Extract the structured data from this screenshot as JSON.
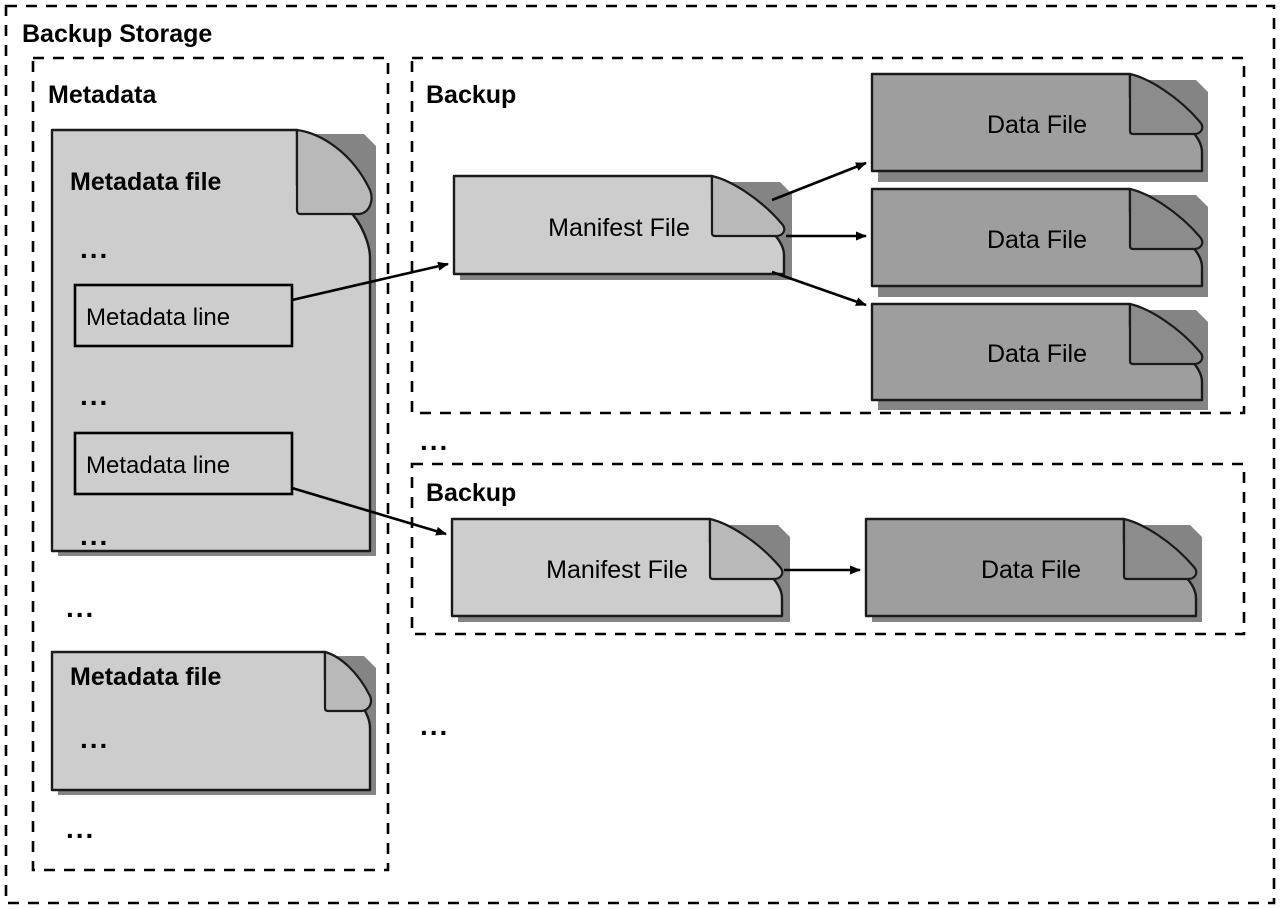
{
  "diagram": {
    "title": "Backup Storage",
    "ellipsis": "...",
    "colors": {
      "light_file": "#cdcdcd",
      "dark_file": "#9e9e9e",
      "stroke": "#000000",
      "background": "#ffffff"
    }
  },
  "metadata_section": {
    "title": "Metadata",
    "files": [
      {
        "label": "Metadata file",
        "ellipsis_top": "...",
        "lines": [
          {
            "label": "Metadata line"
          },
          {
            "label": "Metadata line"
          }
        ],
        "ellipsis_middle": "...",
        "ellipsis_bottom": "..."
      },
      {
        "label": "Metadata file",
        "ellipsis_top": "..."
      }
    ],
    "ellipsis_between_files": "...",
    "ellipsis_after_files": "..."
  },
  "backups": [
    {
      "title": "Backup",
      "manifest": {
        "label": "Manifest File"
      },
      "data_files": [
        {
          "label": "Data File"
        },
        {
          "label": "Data File"
        },
        {
          "label": "Data File"
        }
      ]
    },
    {
      "title": "Backup",
      "manifest": {
        "label": "Manifest File"
      },
      "data_files": [
        {
          "label": "Data File"
        }
      ]
    }
  ],
  "backup_ellipsis": {
    "between_backups": "...",
    "after_backups": "..."
  }
}
